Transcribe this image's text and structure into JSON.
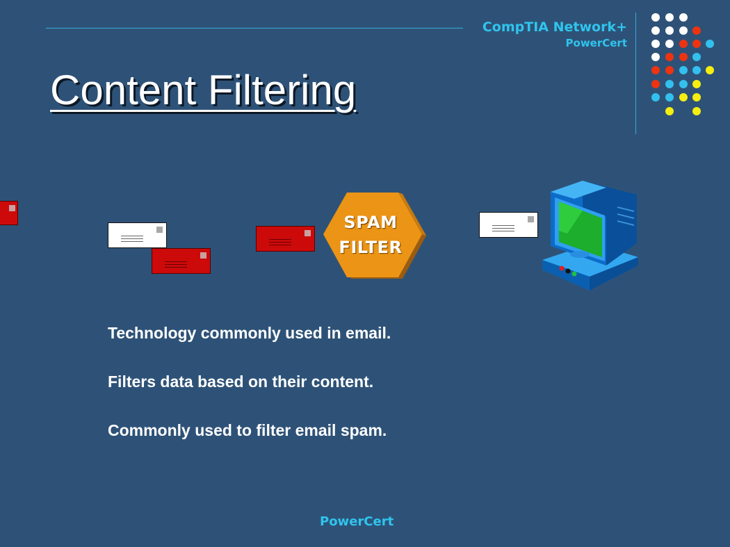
{
  "header": {
    "brand_main": "CompTIA Network+",
    "brand_sub": "PowerCert"
  },
  "slide": {
    "title": "Content Filtering",
    "filter_label_line1": "SPAM",
    "filter_label_line2": "FILTER",
    "bullets": [
      "Technology commonly used in email.",
      "Filters data based on their content.",
      "Commonly used to filter email spam."
    ]
  },
  "footer": {
    "brand": "PowerCert"
  },
  "colors": {
    "background": "#2e5277",
    "accent_cyan": "#2fc4ee",
    "envelope_red": "#cc0a0a",
    "filter_orange": "#eb9415",
    "dot_white": "#ffffff",
    "dot_red": "#ee3311",
    "dot_blue": "#33c0ee",
    "dot_yellow": "#f5ee10"
  },
  "icons": [
    "dot-grid-decoration",
    "envelope-icon",
    "spam-filter-icon",
    "computer-icon"
  ]
}
